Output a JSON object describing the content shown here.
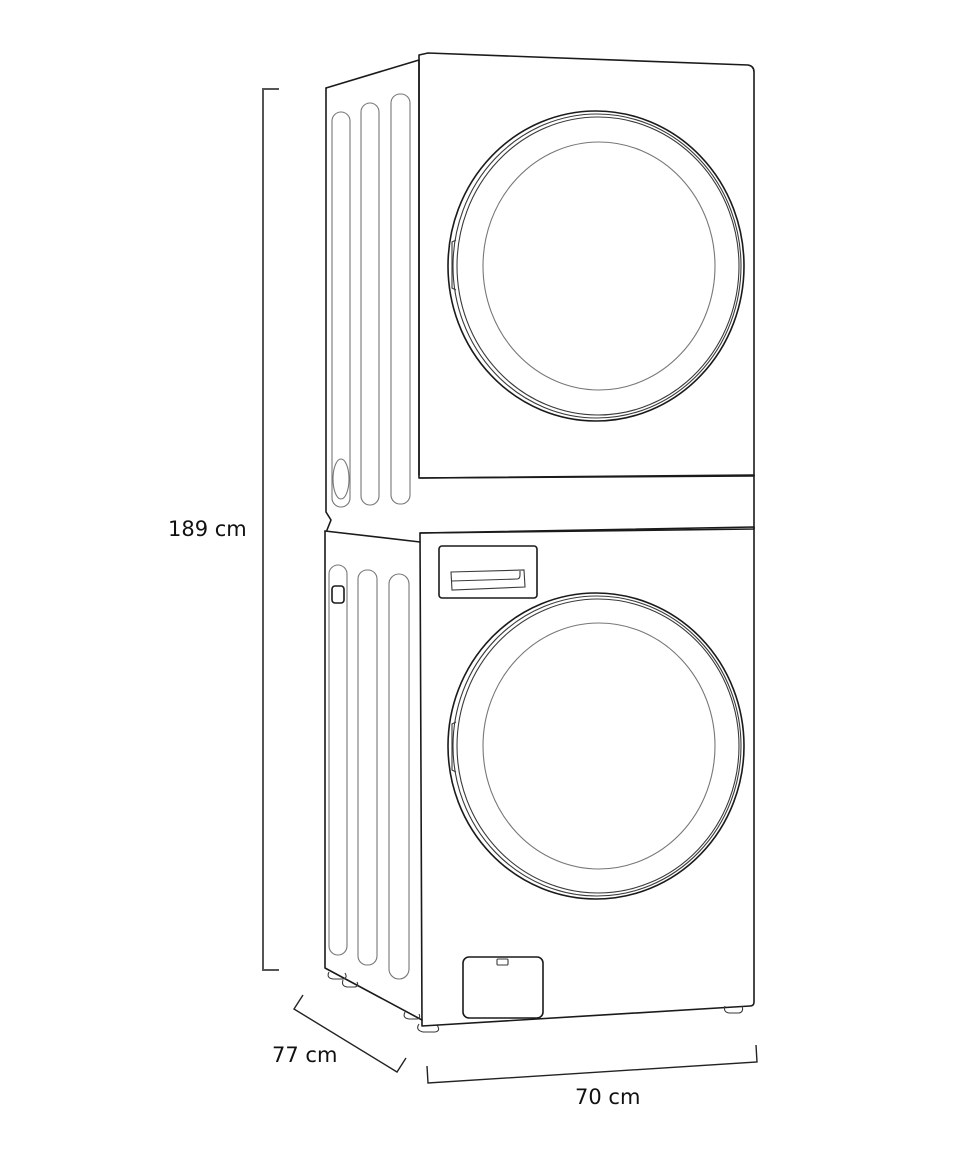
{
  "product": {
    "type": "stacked washer-dryer tower",
    "units": [
      {
        "position": "top",
        "name": "dryer"
      },
      {
        "position": "bottom",
        "name": "washer"
      }
    ]
  },
  "dimensions": {
    "height": {
      "value": 189,
      "unit": "cm",
      "label": "189 cm"
    },
    "depth": {
      "value": 77,
      "unit": "cm",
      "label": "77 cm"
    },
    "width": {
      "value": 70,
      "unit": "cm",
      "label": "70 cm"
    }
  },
  "colors": {
    "line": "#1a1a1a",
    "dimension_line": "#555555",
    "background": "#ffffff"
  }
}
